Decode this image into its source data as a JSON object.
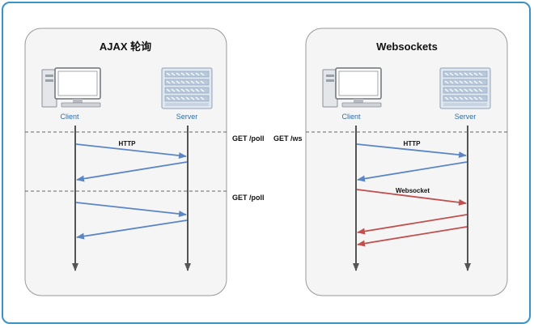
{
  "panels": [
    {
      "title": "AJAX 轮询",
      "client_label": "Client",
      "server_label": "Server",
      "messages": [
        "HTTP"
      ]
    },
    {
      "title": "Websockets",
      "client_label": "Client",
      "server_label": "Server",
      "messages": [
        "HTTP",
        "Websocket"
      ]
    }
  ],
  "requests": {
    "poll_1": "GET /poll",
    "poll_2": "GET /poll",
    "ws": "GET /ws"
  },
  "colors": {
    "http_arrow": "#5b86c6",
    "websocket_arrow": "#c0504d",
    "timeline": "#555555",
    "frame_border": "#3a93c8"
  }
}
